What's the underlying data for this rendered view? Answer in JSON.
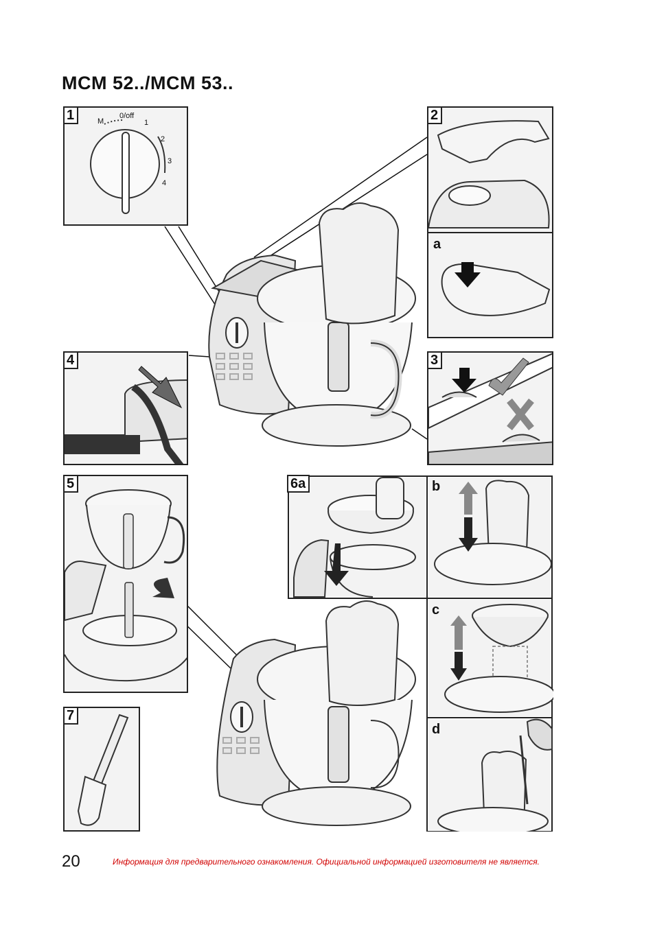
{
  "header": {
    "title": "MCM 52../MCM 53.."
  },
  "panels": {
    "p1": {
      "label": "1",
      "dial": {
        "off": "0/off",
        "m": "M",
        "s1": "1",
        "s2": "2",
        "s3": "3",
        "s4": "4"
      }
    },
    "p2": {
      "label": "2",
      "sub_a": "a"
    },
    "p3": {
      "label": "3"
    },
    "p4": {
      "label": "4"
    },
    "p5": {
      "label": "5"
    },
    "p6": {
      "label": "6a",
      "sub_b": "b",
      "sub_c": "c",
      "sub_d": "d"
    },
    "p7": {
      "label": "7"
    }
  },
  "footer": {
    "page_number": "20",
    "note": "Информация для предварительного ознакомления. Официальной информацией изготовителя не является."
  },
  "colors": {
    "note_red": "#d10000",
    "panel_bg": "#f3f3f3",
    "line": "#222222"
  }
}
